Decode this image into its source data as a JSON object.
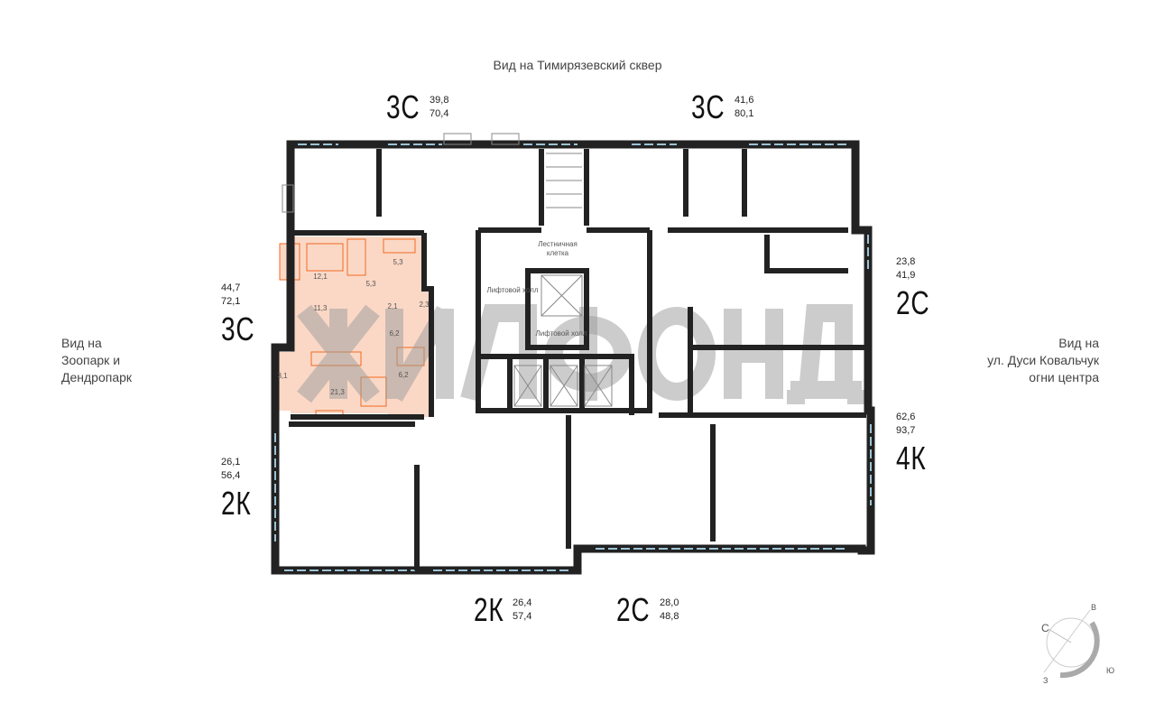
{
  "views": {
    "top": "Вид на Тимирязевский сквер",
    "left": [
      "Вид на",
      "Зоопарк и",
      "Дендропарк"
    ],
    "right": [
      "Вид на",
      "ул. Дуси Ковальчук",
      "огни центра"
    ]
  },
  "apartments": [
    {
      "type": "3С",
      "living": "39,8",
      "total": "70,4"
    },
    {
      "type": "3С",
      "living": "41,6",
      "total": "80,1"
    },
    {
      "type": "2С",
      "living": "23,8",
      "total": "41,9"
    },
    {
      "type": "4К",
      "living": "62,6",
      "total": "93,7"
    },
    {
      "type": "2К",
      "living": "26,4",
      "total": "57,4"
    },
    {
      "type": "2С",
      "living": "28,0",
      "total": "48,8"
    },
    {
      "type": "2К",
      "living": "26,1",
      "total": "56,4"
    },
    {
      "type": "3С",
      "living": "44,7",
      "total": "72,1",
      "selected": true
    }
  ],
  "selected_rooms": [
    "12,1",
    "5,3",
    "5,3",
    "11,3",
    "2,1",
    "2,3",
    "6,2",
    "6,2",
    "21,3",
    "3,1"
  ],
  "common_areas": {
    "stairs": [
      "Лестничная",
      "клетка"
    ],
    "lift_hall_1": "Лифтовой холл",
    "lift_hall_2": "Лифтовой холл"
  },
  "compass": {
    "n": "С",
    "e": "В",
    "s": "Ю",
    "w": "З"
  },
  "watermark": "ЖИЛФОНД",
  "colors": {
    "selected_fill": "#fbd8c6",
    "selected_accent": "#f26a21",
    "walls": "#222222",
    "windows": "#9cc3d6"
  }
}
